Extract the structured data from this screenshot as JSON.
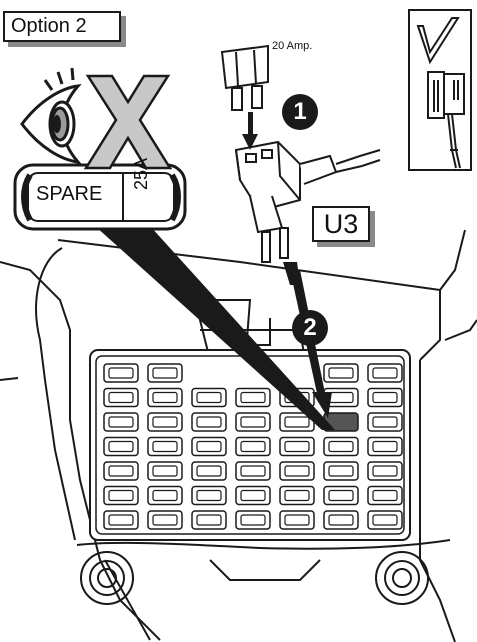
{
  "option_label": "Option 2",
  "fuse_rating_label": "20 Amp.",
  "fuse_location_label": "U3",
  "spare_label": "SPARE",
  "spare_rating": "25A",
  "steps": [
    "1",
    "2"
  ],
  "icons": {
    "check": "checkmark-icon",
    "eye": "eye-icon",
    "cross": "x-mark-icon"
  },
  "colors": {
    "line": "#1a1a1a",
    "shadow": "#8a8a8a",
    "cross_fill": "#c8c8c8",
    "highlight": "#555555"
  }
}
